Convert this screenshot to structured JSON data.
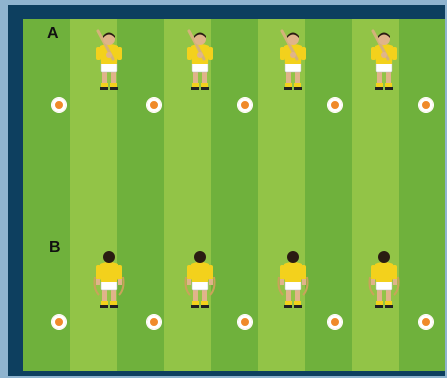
{
  "rows": [
    {
      "label": "A",
      "players": 4,
      "cones": 5,
      "view": "front-with-hurley"
    },
    {
      "label": "B",
      "players": 4,
      "cones": 5,
      "view": "back"
    }
  ],
  "colors": {
    "stripe_light": "#92c447",
    "stripe_dark": "#6fb13c",
    "frame": "#0d3f5f",
    "background": "#8fb4cf",
    "cone": "#f08a2a",
    "jersey": "#f3d11c",
    "shorts": "#ffffff",
    "skin": "#e0b48a",
    "hair": "#2a1c12"
  }
}
